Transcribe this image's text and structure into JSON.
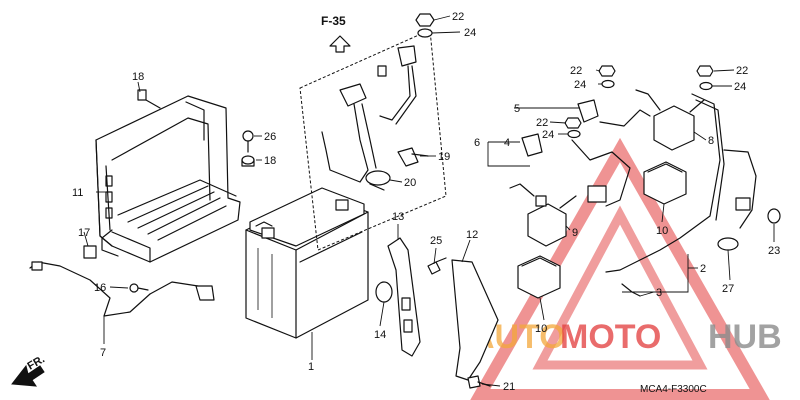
{
  "section_ref": "F-35",
  "direction_label": "FR.",
  "diagram_code": "MCA4-F3300C",
  "watermark": {
    "part1": "AUTO",
    "part2": "MOTO",
    "part3": "HUB",
    "color_orange": "#f4a73a",
    "color_red": "#e23b3b",
    "color_gray": "#8c8c8c"
  },
  "callouts": {
    "c1": "1",
    "c2": "2",
    "c3": "3",
    "c4": "4",
    "c5": "5",
    "c6": "6",
    "c7": "7",
    "c8": "8",
    "c9": "9",
    "c10a": "10",
    "c10b": "10",
    "c11": "11",
    "c12": "12",
    "c13": "13",
    "c14": "14",
    "c16": "16",
    "c17": "17",
    "c18a": "18",
    "c18b": "18",
    "c19": "19",
    "c20": "20",
    "c21": "21",
    "c22a": "22",
    "c22b": "22",
    "c22c": "22",
    "c22d": "22",
    "c23": "23",
    "c24a": "24",
    "c24b": "24",
    "c24c": "24",
    "c24d": "24",
    "c25": "25",
    "c26": "26",
    "c27": "27"
  }
}
